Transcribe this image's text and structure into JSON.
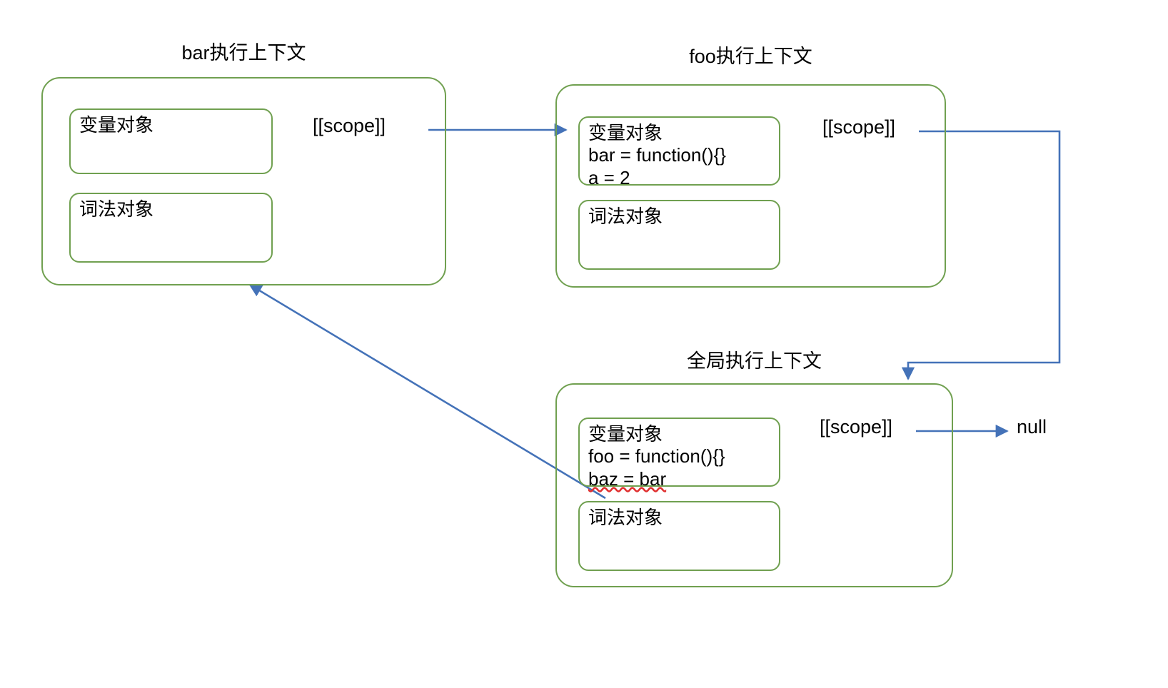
{
  "diagram": {
    "title_bar": "bar执行上下文",
    "title_foo": "foo执行上下文",
    "title_global": "全局执行上下文",
    "scope_label": "[[scope]]",
    "null_label": "null",
    "variable_object_label": "变量对象",
    "lexical_object_label": "词法对象",
    "colors": {
      "box_border": "#70A050",
      "arrow": "#4472B8",
      "text": "#000000",
      "spellcheck_underline": "#E03030",
      "background": "#FFFFFF"
    }
  },
  "contexts": [
    {
      "id": "bar",
      "title": "bar执行上下文",
      "variable_object": {
        "label": "变量对象",
        "entries": []
      },
      "lexical_object": {
        "label": "词法对象",
        "entries": []
      },
      "scope": {
        "label": "[[scope]]",
        "points_to": "foo执行上下文"
      }
    },
    {
      "id": "foo",
      "title": "foo执行上下文",
      "variable_object": {
        "label": "变量对象",
        "entries": [
          "bar = function(){}",
          "a = 2"
        ]
      },
      "lexical_object": {
        "label": "词法对象",
        "entries": []
      },
      "scope": {
        "label": "[[scope]]",
        "points_to": "全局执行上下文"
      }
    },
    {
      "id": "global",
      "title": "全局执行上下文",
      "variable_object": {
        "label": "变量对象",
        "entries": [
          "foo = function(){}",
          "baz = bar"
        ]
      },
      "lexical_object": {
        "label": "词法对象",
        "entries": []
      },
      "scope": {
        "label": "[[scope]]",
        "points_to": "null"
      }
    }
  ],
  "connections": [
    {
      "from": "bar.scope",
      "to": "foo-context-box",
      "style": "straight-arrow"
    },
    {
      "from": "foo.scope",
      "to": "global-context-box",
      "style": "orthogonal-arrow"
    },
    {
      "from": "global.scope",
      "to": "null",
      "style": "straight-arrow"
    },
    {
      "from": "global.variable_object.baz",
      "to": "bar-context-box",
      "style": "diagonal-arrow"
    }
  ]
}
